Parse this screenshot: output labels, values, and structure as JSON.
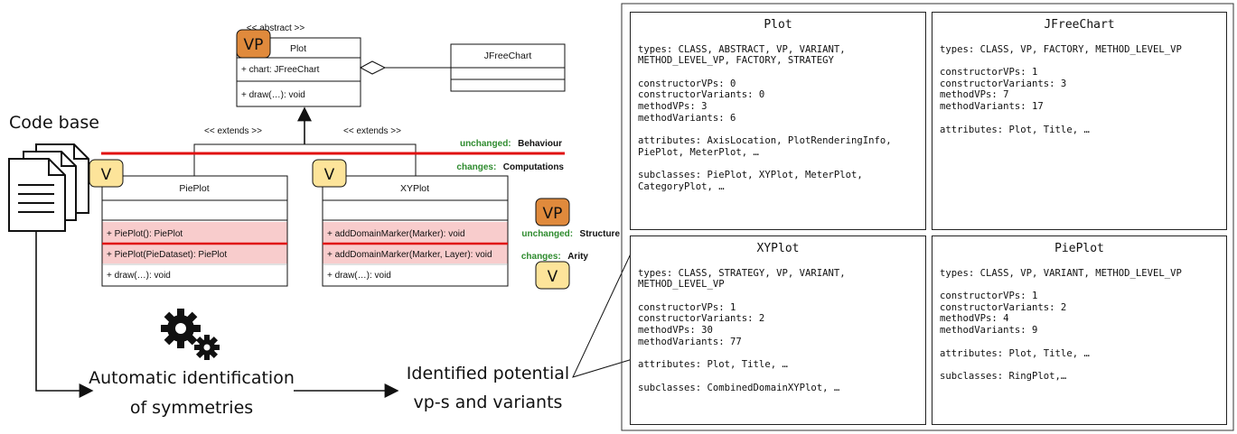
{
  "left": {
    "code_base_label": "Code base",
    "auto_label_line1": "Automatic identification",
    "auto_label_line2": "of symmetries",
    "identified_line1": "Identified potential",
    "identified_line2": "vp-s and variants"
  },
  "uml": {
    "plot": {
      "stereotype": "<< abstract >>",
      "name": "Plot",
      "attribute": "+ chart: JFreeChart",
      "method": "+ draw(…): void",
      "badge": "VP"
    },
    "jfreechart": {
      "name": "JFreeChart"
    },
    "extends_left": "<< extends >>",
    "extends_right": "<< extends >>",
    "pieplot": {
      "name": "PiePlot",
      "badge": "V",
      "methods": [
        "+ PiePlot(): PiePlot",
        "+ PiePlot(PieDataset): PiePlot",
        "+ draw(…): void"
      ]
    },
    "xyplot": {
      "name": "XYPlot",
      "badge": "V",
      "methods": [
        "+ addDomainMarker(Marker): void",
        "+ addDomainMarker(Marker, Layer): void",
        "+ draw(…): void"
      ]
    }
  },
  "legend": {
    "unchanged_behaviour_key": "unchanged:",
    "unchanged_behaviour_val": "Behaviour",
    "changes_computations_key": "changes:",
    "changes_computations_val": "Computations",
    "unchanged_structure_key": "unchanged:",
    "unchanged_structure_val": "Structure",
    "changes_arity_key": "changes:",
    "changes_arity_val": "Arity",
    "vp_badge": "VP",
    "v_badge": "V"
  },
  "colors": {
    "vp_badge": "#e08a3c",
    "v_badge": "#fde49a",
    "highlight_row": "#f8cccc",
    "red_line": "#e01010",
    "green_text": "#2e8b2e"
  },
  "panels": {
    "plot": {
      "title": "Plot",
      "types": "types: CLASS, ABSTRACT, VP, VARIANT, METHOD_LEVEL_VP, FACTORY, STRATEGY",
      "constructorVPs": "constructorVPs: 0",
      "constructorVariants": "constructorVariants: 0",
      "methodVPs": "methodVPs: 3",
      "methodVariants": "methodVariants: 6",
      "attributes": "attributes: AxisLocation, PlotRenderingInfo, PiePlot, MeterPlot, …",
      "subclasses": "subclasses: PiePlot, XYPlot, MeterPlot, CategoryPlot, …"
    },
    "jfreechart": {
      "title": "JFreeChart",
      "types": "types: CLASS, VP, FACTORY, METHOD_LEVEL_VP",
      "constructorVPs": "constructorVPs: 1",
      "constructorVariants": "constructorVariants: 3",
      "methodVPs": "methodVPs: 7",
      "methodVariants": "methodVariants: 17",
      "attributes": "attributes: Plot, Title, …"
    },
    "xyplot": {
      "title": "XYPlot",
      "types": "types: CLASS, STRATEGY, VP, VARIANT, METHOD_LEVEL_VP",
      "constructorVPs": "constructorVPs: 1",
      "constructorVariants": "constructorVariants: 2",
      "methodVPs": "methodVPs: 30",
      "methodVariants": "methodVariants: 77",
      "attributes": "attributes: Plot, Title, …",
      "subclasses": "subclasses: CombinedDomainXYPlot, …"
    },
    "pieplot": {
      "title": "PiePlot",
      "types": "types: CLASS, VP, VARIANT, METHOD_LEVEL_VP",
      "constructorVPs": "constructorVPs: 1",
      "constructorVariants": "constructorVariants: 2",
      "methodVPs": "methodVPs: 4",
      "methodVariants": "methodVariants: 9",
      "attributes": "attributes: Plot, Title, …",
      "subclasses": "subclasses: RingPlot,…"
    }
  }
}
